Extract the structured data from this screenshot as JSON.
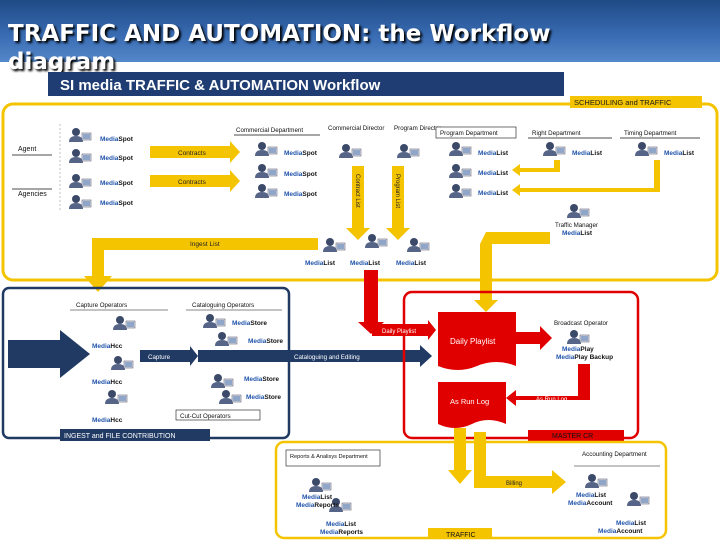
{
  "slide": {
    "title_line1": "TRAFFIC AND AUTOMATION: the Workflow",
    "title_line2": "diagram"
  },
  "diagram": {
    "banner": "SI media TRAFFIC & AUTOMATION Workflow",
    "sections": {
      "scheduling": "SCHEDULING and TRAFFIC",
      "ingest": "INGEST and FILE CONTRIBUTION",
      "master": "MASTER CR",
      "traffic": "TRAFFIC"
    },
    "left_labels": {
      "agent": "Agent",
      "agencies": "Agencies"
    },
    "departments": {
      "commercial": "Commercial Department",
      "commercial_director": "Commercial Director",
      "program_director": "Program Director",
      "program_department": "Program Department",
      "right_department": "Right Department",
      "timing_department": "Timing Department",
      "traffic_manager": "Traffic Manager",
      "capture_operators": "Capture Operators",
      "cataloguing_operators": "Cataloguing Operators",
      "broadcast_operator": "Broadcast Operator",
      "cutcut_operators": "Cut-Cut Operators",
      "reports": "Reports & Analisys Department",
      "accounting": "Accounting Department"
    },
    "products": {
      "media": "Media",
      "spot": "Spot",
      "list": "List",
      "hcc": "Hcc",
      "store": "Store",
      "play": "Play",
      "play_backup": "Play Backup",
      "reports": "Reports",
      "account": "Account"
    },
    "flows": {
      "contracts1": "Contracts",
      "contracts2": "Contracts",
      "ingest_list": "Ingest List",
      "contract_list": "Contract List",
      "program_list": "Program List",
      "capture": "Capture",
      "cataloguing": "Cataloguing and Editing",
      "daily_playlist_label": "Daily Playlist",
      "daily_playlist_box": "Daily Playlist",
      "as_run_box": "As Run Log",
      "as_run_label": "As Run Log",
      "billing": "Billing"
    },
    "colors": {
      "yellow": "#f5c400",
      "red": "#e00000",
      "navy": "#203a64",
      "blue_text": "#2255aa"
    }
  }
}
